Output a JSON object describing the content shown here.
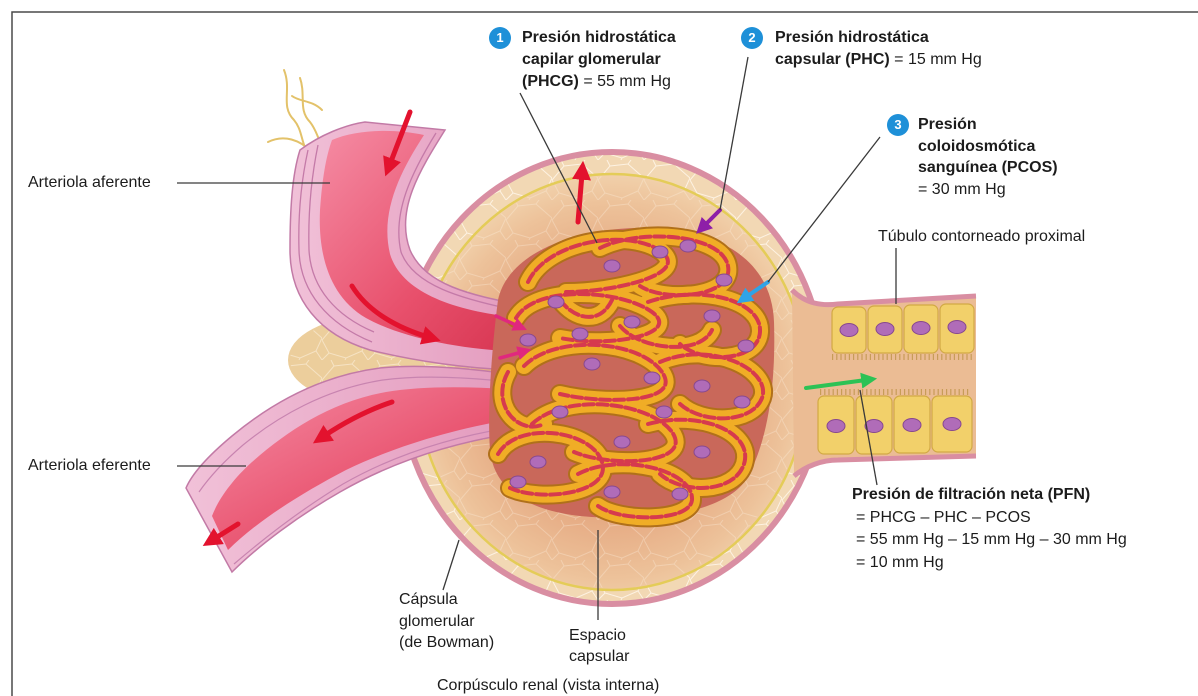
{
  "caption": "Corpúsculo renal (vista interna)",
  "labels": {
    "afferent": "Arteriola aferente",
    "efferent": "Arteriola eferente",
    "tubule": "Túbulo contorneado proximal",
    "capsule": [
      "Cápsula",
      "glomerular",
      "(de Bowman)"
    ],
    "space": [
      "Espacio",
      "capsular"
    ]
  },
  "pressures": [
    {
      "badge": "1",
      "lines": [
        "Presión hidrostática",
        "capilar glomerular"
      ],
      "bold_tail": "(PHCG)",
      "value": "= 55 mm Hg"
    },
    {
      "badge": "2",
      "lines": [
        "Presión hidrostática"
      ],
      "bold_tail": "capsular (PHC)",
      "value": "= 15 mm Hg"
    },
    {
      "badge": "3",
      "lines": [
        "Presión",
        "coloidosmótica"
      ],
      "bold_tail": "sanguínea (PCOS)",
      "value": "= 30 mm Hg"
    }
  ],
  "net_filtration": {
    "title": "Presión de filtración neta (PFN)",
    "lines": [
      "= PHCG – PHC – PCOS",
      "= 55 mm Hg – 15 mm Hg – 30 mm Hg",
      "= 10 mm Hg"
    ]
  },
  "colors": {
    "badge": "#1e90d8",
    "arrow_red": "#e3122e",
    "arrow_purple": "#8e1fa8",
    "arrow_blue": "#2fa3e6",
    "arrow_green": "#2cc255",
    "arrow_magenta": "#e0287e",
    "capsule_wall": "#d98ea2",
    "glomerulus": "#f0ad26",
    "nucleus": "#b06cb8",
    "tubule_cell": "#f2d06a"
  }
}
